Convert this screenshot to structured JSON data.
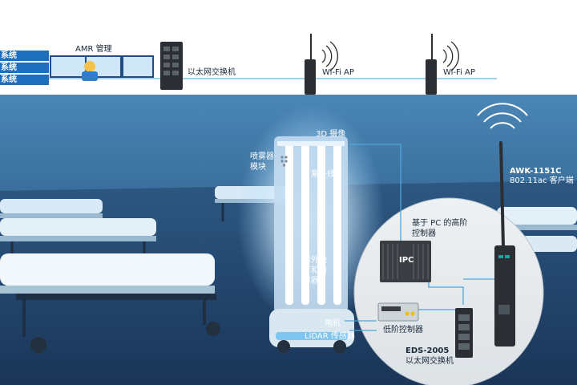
{
  "top_bar": {
    "system_tabs": [
      "系统",
      "系统",
      "系统"
    ],
    "amr_label": "AMR 管理",
    "switch_label": "以太网交换机",
    "ap1_label": "Wi-Fi AP",
    "ap2_label": "Wi-Fi AP"
  },
  "robot": {
    "camera_label": "3D 摄像",
    "sprayer_module_label": [
      "喷雾器",
      "模块"
    ],
    "uv_label": "紫外线",
    "uv_lamp_sprayer_label": [
      "紫外线",
      "灯和喷",
      "雾器"
    ],
    "motor_label": "电机",
    "lidar_label": "LiDAR 传感器"
  },
  "controller": {
    "high_level_label": [
      "基于 PC 的高阶",
      "控制器"
    ],
    "ipc_label": "IPC",
    "low_level_label": "低阶控制器"
  },
  "eds": {
    "model": "EDS-2005",
    "desc": "以太网交换机"
  },
  "awk": {
    "model": "AWK-1151C",
    "desc": "802.11ac 客户端"
  },
  "colors": {
    "wall": "#3f7cae",
    "floor": "#23456d",
    "accent_blue": "#1e6fc0",
    "line_blue": "#4ea7d8",
    "uv_glow": "#bfe6ff",
    "circle_bg": "#e9ecef"
  }
}
